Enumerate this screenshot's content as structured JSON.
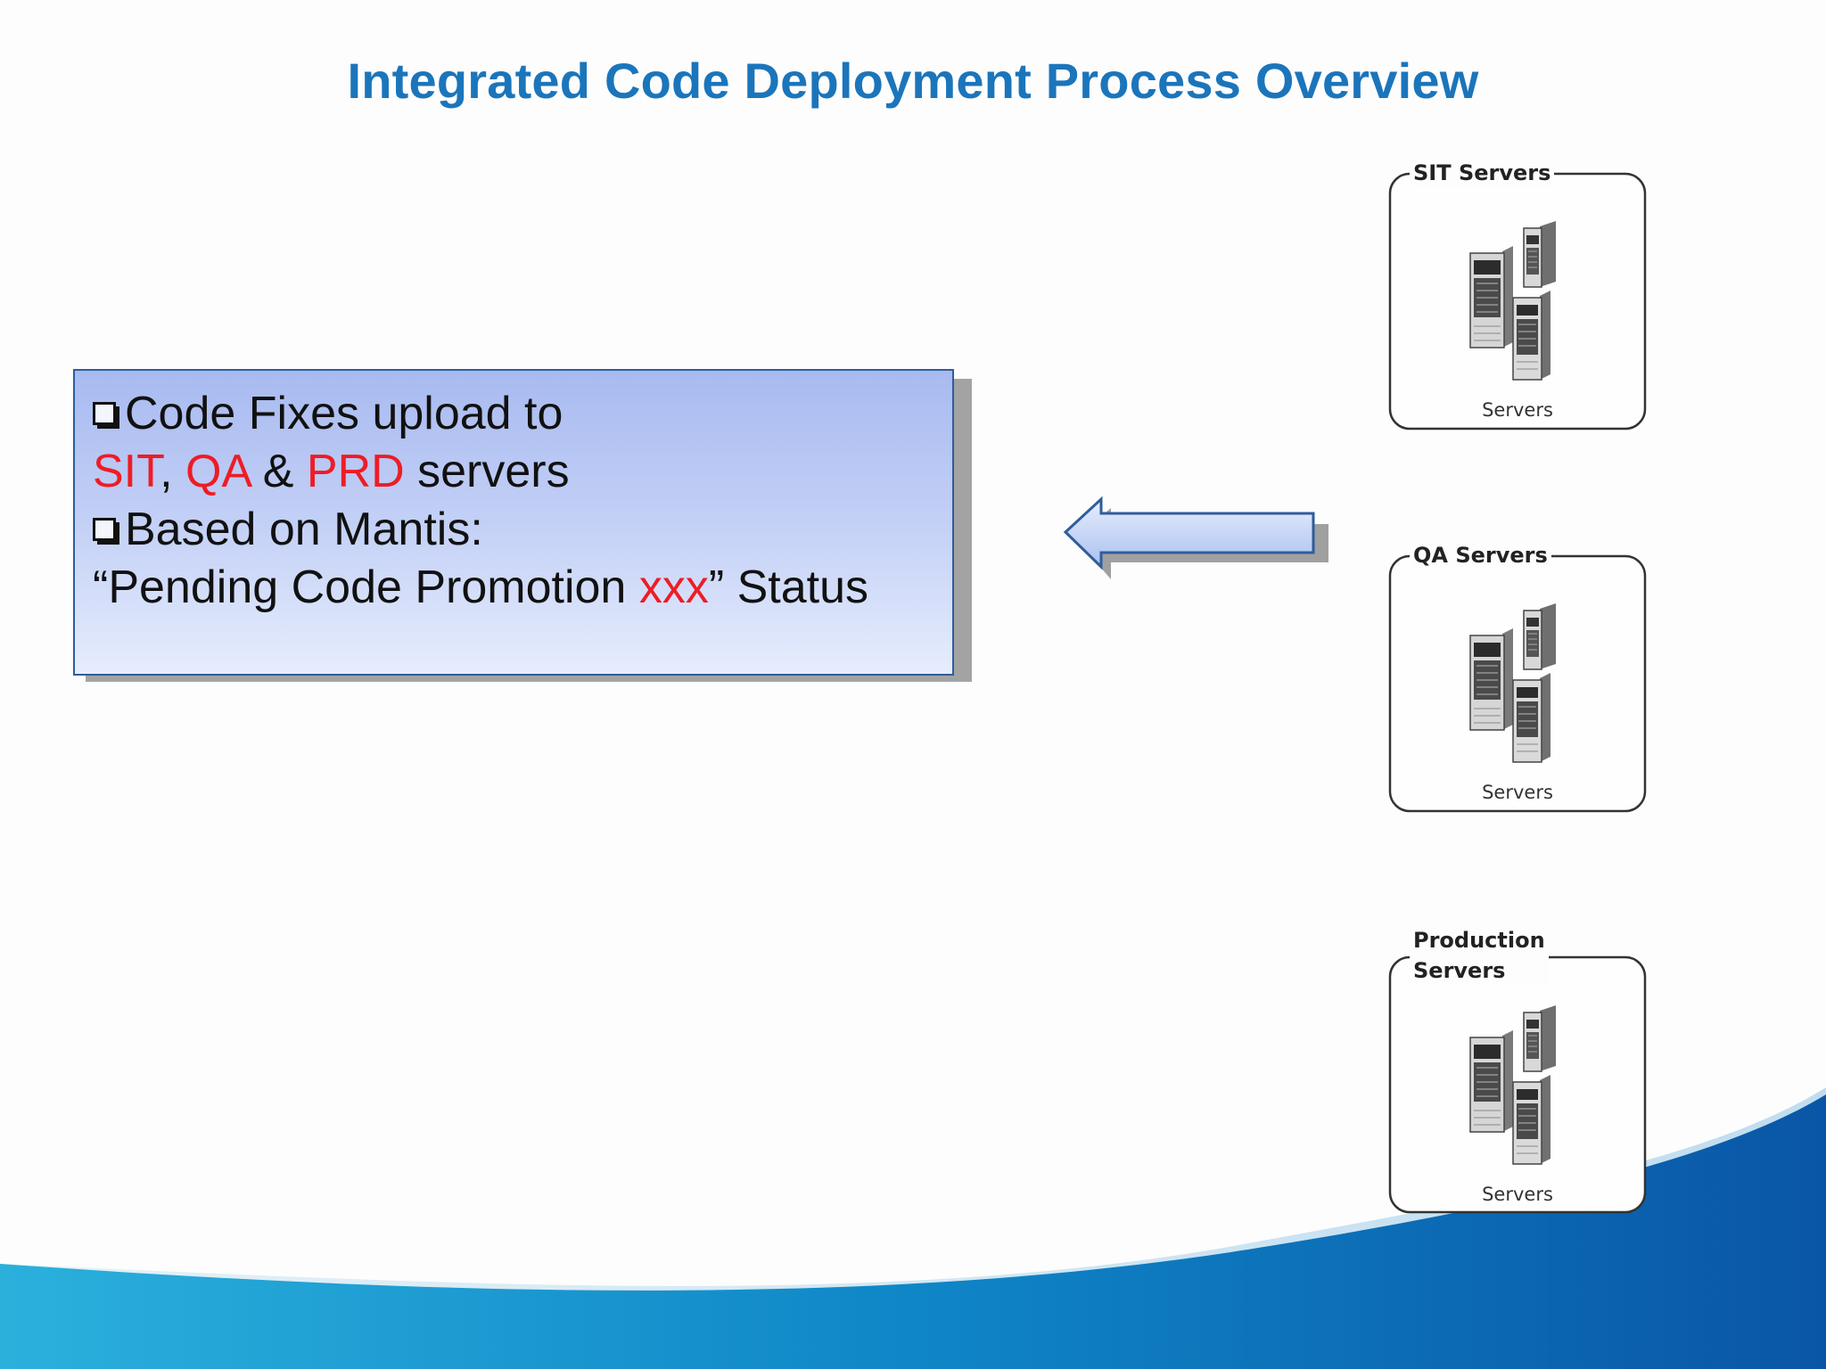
{
  "slide": {
    "title": "Integrated Code Deployment Process Overview"
  },
  "info_box": {
    "line1": "Code Fixes upload to",
    "line2_parts": [
      "SIT",
      ", ",
      "QA",
      " & ",
      "PRD",
      " servers"
    ],
    "line3": "Based on Mantis:",
    "line4_parts": [
      "“Pending Code Promotion ",
      "xxx",
      "” Status"
    ]
  },
  "server_groups": [
    {
      "title": "SIT Servers",
      "caption": "Servers"
    },
    {
      "title": "QA Servers",
      "caption": "Servers"
    },
    {
      "title_line1": "Production",
      "title_line2": "Servers",
      "caption": "Servers"
    }
  ],
  "colors": {
    "title": "#1b75bb",
    "highlight": "#ee1c25",
    "box_border": "#2f5d9a",
    "arrow_fill": "#b9cdf3",
    "wave_dark": "#0a5aa8",
    "wave_light": "#1aa3d6"
  },
  "icons": [
    "checkbox-bullet-icon",
    "left-arrow-icon",
    "server-rack-icon"
  ]
}
